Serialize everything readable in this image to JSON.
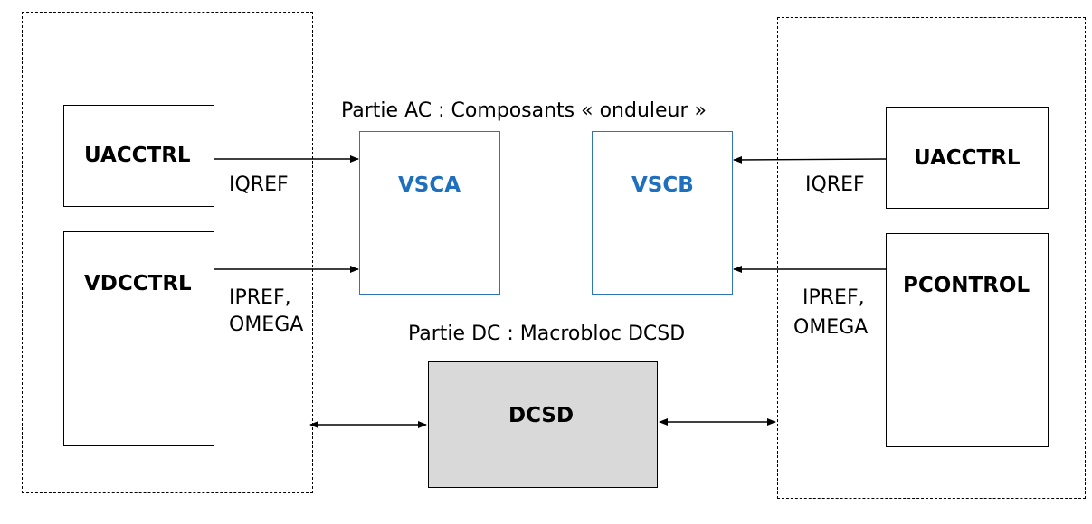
{
  "left_group": {
    "uacctrl_label": "UACCTRL",
    "vdcctrl_label": "VDCCTRL",
    "signal_top": "IQREF",
    "signal_bottom_1": "IPREF,",
    "signal_bottom_2": "OMEGA"
  },
  "right_group": {
    "uacctrl_label": "UACCTRL",
    "pcontrol_label": "PCONTROL",
    "signal_top": "IQREF",
    "signal_bottom_1": "IPREF,",
    "signal_bottom_2": "OMEGA"
  },
  "ac_part": {
    "caption": "Partie AC : Composants « onduleur »",
    "vsca_label": "VSCA",
    "vscb_label": "VSCB",
    "accent_color": "#1f6fbf"
  },
  "dc_part": {
    "caption": "Partie DC : Macrobloc DCSD",
    "dcsd_label": "DCSD",
    "fill_color": "#d9d9d9"
  }
}
